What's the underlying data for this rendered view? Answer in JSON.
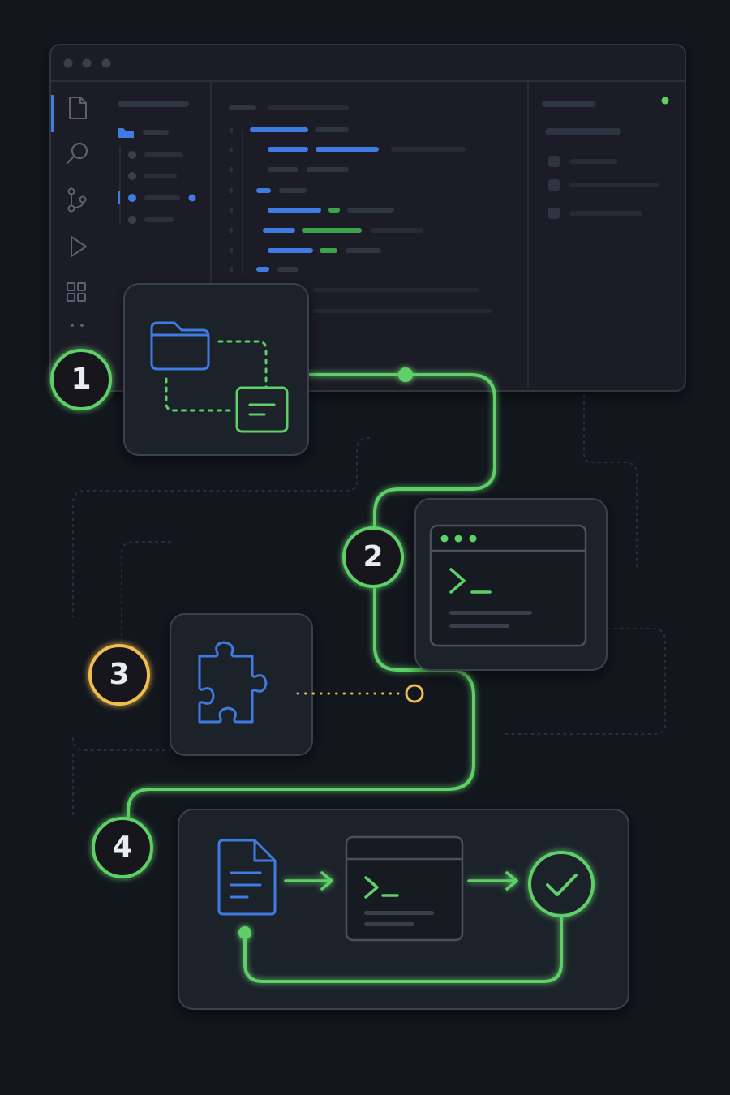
{
  "colors": {
    "background": "#12161d",
    "panel": "#1a1f27",
    "panel_stroke": "#39404b",
    "accent_green": "#5fd068",
    "accent_blue": "#3f7be0",
    "accent_yellow": "#f2bd4f",
    "text": "#e8edf3",
    "muted": "#2f3540"
  },
  "steps": [
    {
      "number": "1",
      "color": "#5fd068",
      "icon": "folder-to-file-icon"
    },
    {
      "number": "2",
      "color": "#5fd068",
      "icon": "terminal-window-icon"
    },
    {
      "number": "3",
      "color": "#f2bd4f",
      "icon": "puzzle-icon"
    },
    {
      "number": "4",
      "color": "#5fd068",
      "icon": "file-terminal-check-loop-icon"
    }
  ],
  "editor": {
    "activity_icons": [
      "files-icon",
      "search-icon",
      "source-control-icon",
      "run-icon",
      "extensions-icon",
      "more-icon"
    ],
    "window_dots": 3
  }
}
